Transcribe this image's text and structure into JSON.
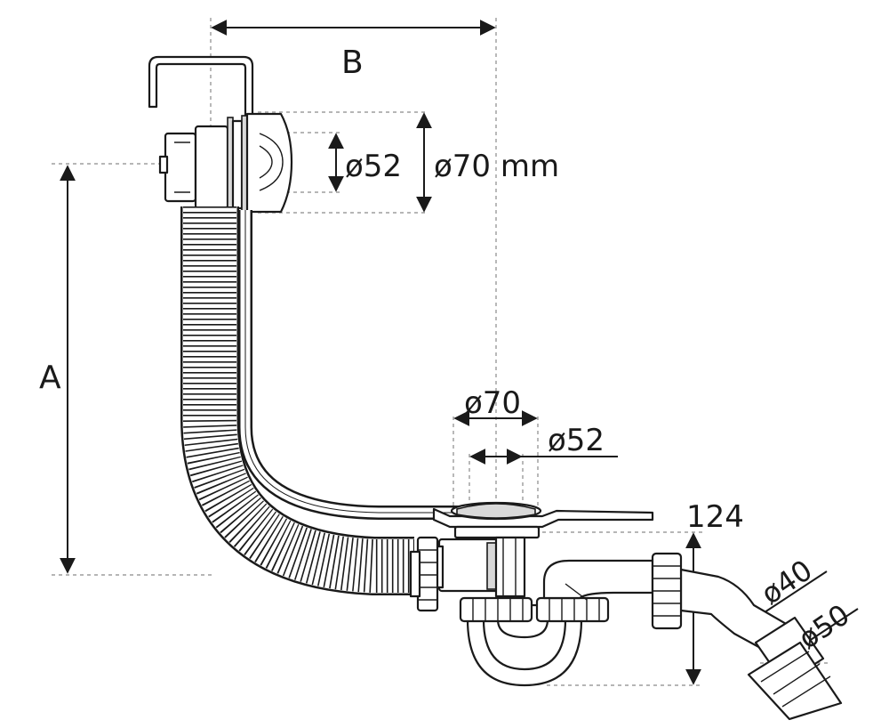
{
  "labels": {
    "dim_a": "A",
    "dim_b": "B",
    "overflow_inner_dia": "ø52",
    "overflow_outer_dia": "ø70 mm",
    "drain_outer_dia": "ø70",
    "drain_inner_dia": "ø52",
    "trap_height": "124",
    "outlet_dia_small": "ø40",
    "outlet_dia_large": "ø50"
  },
  "colors": {
    "line": "#1a1a1a",
    "dash": "#8a8a8a",
    "shade": "#d9d9d9"
  }
}
